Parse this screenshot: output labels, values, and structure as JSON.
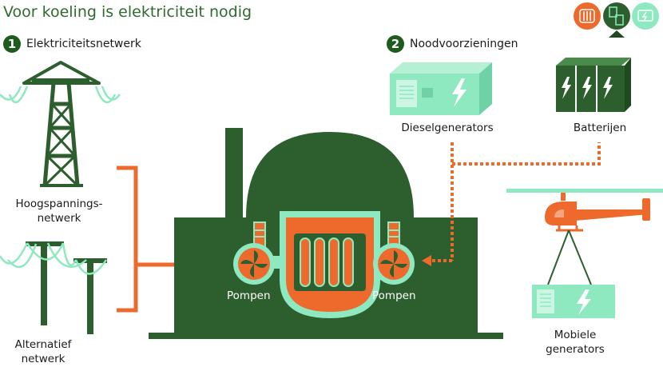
{
  "title": "Voor koeling is elektriciteit nodig",
  "sections": [
    {
      "number": "1",
      "label": "Elektriciteitsnetwerk"
    },
    {
      "number": "2",
      "label": "Noodvoorzieningen"
    }
  ],
  "labels": {
    "high_voltage": "Hoogspannings-\nnetwerk",
    "alternative": "Alternatief\nnetwerk",
    "diesel": "Dieselgenerators",
    "batteries": "Batterijen",
    "mobile": "Mobiele\ngenerators",
    "pump_left": "Pompen",
    "pump_right": "Pompen"
  },
  "colors": {
    "dark_green": "#2d5e2d",
    "mint": "#8ee8c0",
    "orange": "#ee6a2c",
    "white": "#ffffff"
  },
  "nav_icons": [
    "reactor-icon",
    "power-plug-icon",
    "generator-icon"
  ]
}
